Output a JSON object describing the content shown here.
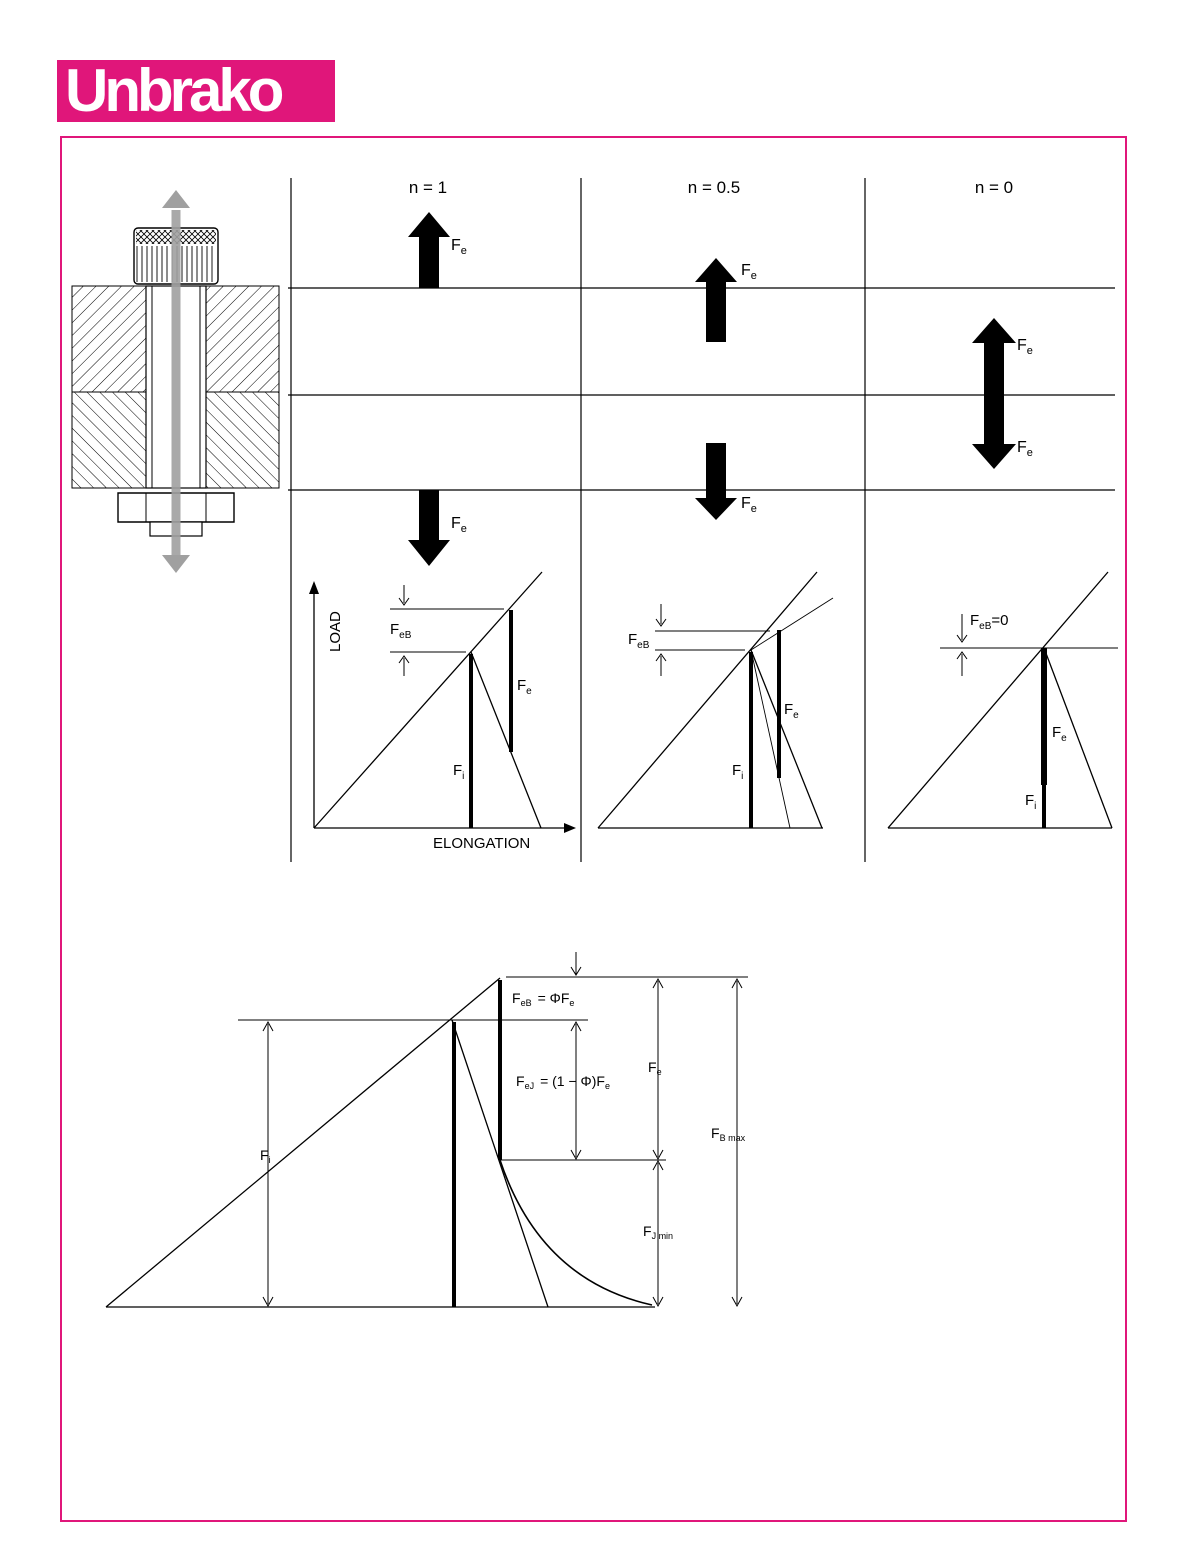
{
  "brand": {
    "name": "Unbrako",
    "color": "#e0167a"
  },
  "columns": [
    {
      "n_label": "n = 1"
    },
    {
      "n_label": "n = 0.5"
    },
    {
      "n_label": "n = 0"
    }
  ],
  "labels": {
    "force_ext": "F",
    "sub_e": "e",
    "sub_eB": "eB",
    "sub_i": "i",
    "fi": "F",
    "feb_zero": "F",
    "feb_zero_sub": "eB",
    "feb_zero_val": "=0",
    "load_axis": "LOAD",
    "elongation_axis": "ELONGATION"
  },
  "bottom_diagram": {
    "feb_main": "F",
    "feb_sub": "eB",
    "feb_eq": "= ΦF",
    "feb_eq_sub": "e",
    "fej_main": "F",
    "fej_sub": "eJ",
    "fej_eq": "= (1 − Φ)F",
    "fej_eq_sub": "e",
    "fe_main": "F",
    "fe_sub": "e",
    "fbmax_main": "F",
    "fbmax_sub": "B max",
    "fi_main": "F",
    "fi_sub": "i",
    "fjmin_main": "F",
    "fjmin_sub": "J min"
  }
}
